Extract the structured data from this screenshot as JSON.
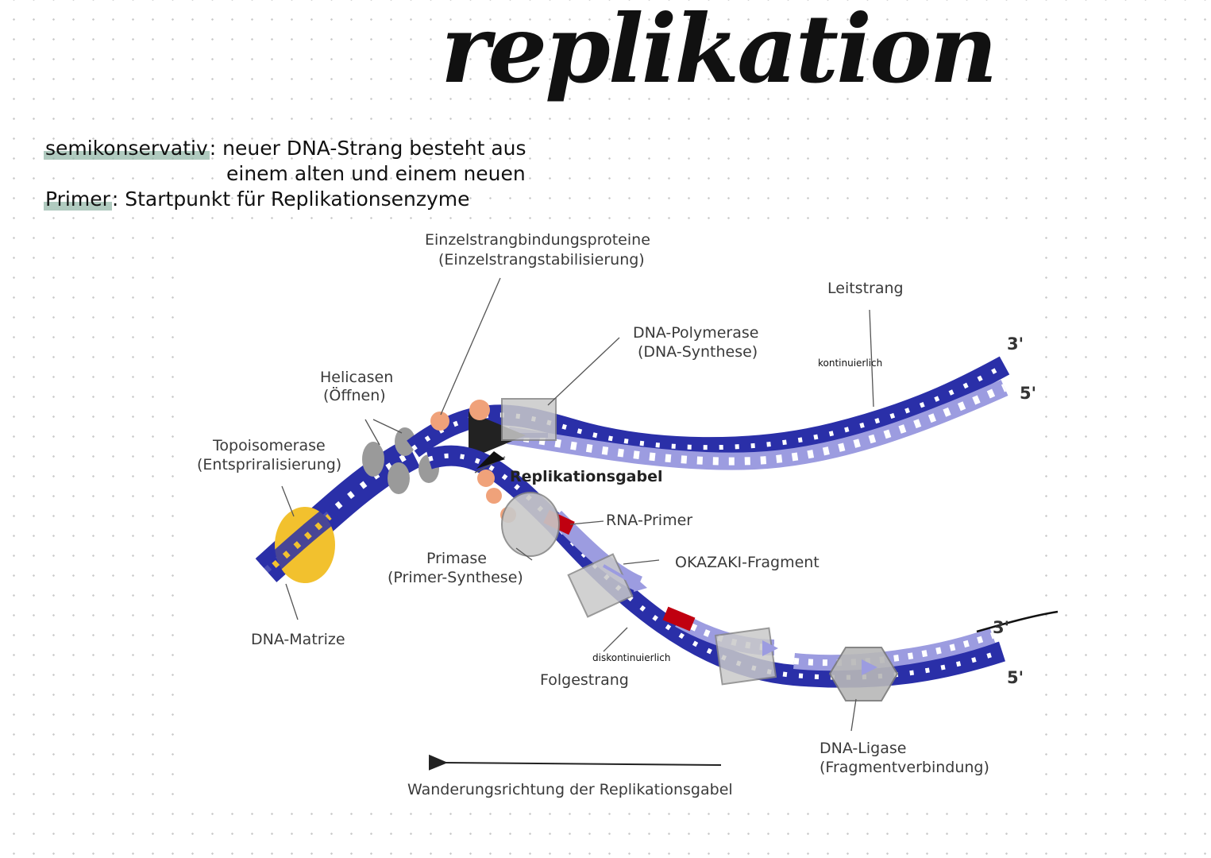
{
  "title": "replikation",
  "notes": [
    {
      "term": "semikonservativ",
      "text_line1": ": neuer DNA-Strang besteht aus",
      "text_line2": "einem alten und einem neuen"
    },
    {
      "term": "Primer",
      "text_line1": ": Startpunkt für Replikationsenzyme"
    }
  ],
  "labels": {
    "ssb": {
      "line1": "Einzelstrangbindungsproteine",
      "line2": "(Einzelstrangstabilisierung)"
    },
    "leitstrang": "Leitstrang",
    "polymerase": {
      "line1": "DNA-Polymerase",
      "line2": "(DNA-Synthese)"
    },
    "kontinuierlich": "kontinuierlich",
    "helicasen": {
      "line1": "Helicasen",
      "line2": "(Öffnen)"
    },
    "topoisomerase": {
      "line1": "Topoisomerase",
      "line2": "(Entspriralisierung)"
    },
    "gabel": "Replikationsgabel",
    "rna_primer": "RNA-Primer",
    "primase": {
      "line1": "Primase",
      "line2": "(Primer-Synthese)"
    },
    "okazaki": "OKAZAKI-Fragment",
    "matrize": "DNA-Matrize",
    "diskontinuierlich": "diskontinuierlich",
    "folgestrang": "Folgestrang",
    "ligase": {
      "line1": "DNA-Ligase",
      "line2": "(Fragmentverbindung)"
    },
    "direction": "Wanderungsrichtung der Replikationsgabel",
    "three_prime_top": "3'",
    "five_prime_top": "5'",
    "three_prime_bottom": "3'",
    "five_prime_bottom": "5'"
  },
  "colors": {
    "dark_strand": "#2a2fa8",
    "light_strand": "#9c9ce0",
    "helicase": "#9a9a9a",
    "topoisomerase": "#f2c12e",
    "ssb": "#f0a27a",
    "enzyme": "#c9c9c9",
    "primer": "#c00010"
  }
}
